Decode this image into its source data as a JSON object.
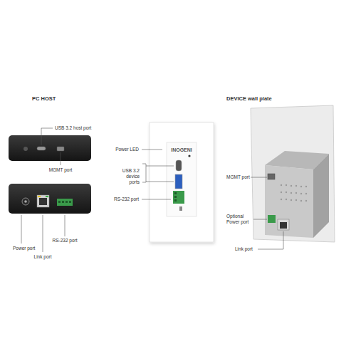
{
  "diagram": {
    "labels": [
      "PC HOST",
      "USB 3.2 host port",
      "MGMT port",
      "RS-232 port",
      "Power port",
      "Link port",
      "DEVICE wall plate",
      "Power LED",
      "USB 3.2 device ports",
      "RS-232 port",
      "INOGENI",
      "MGMT port",
      "Optional Power port",
      "Link port"
    ]
  }
}
